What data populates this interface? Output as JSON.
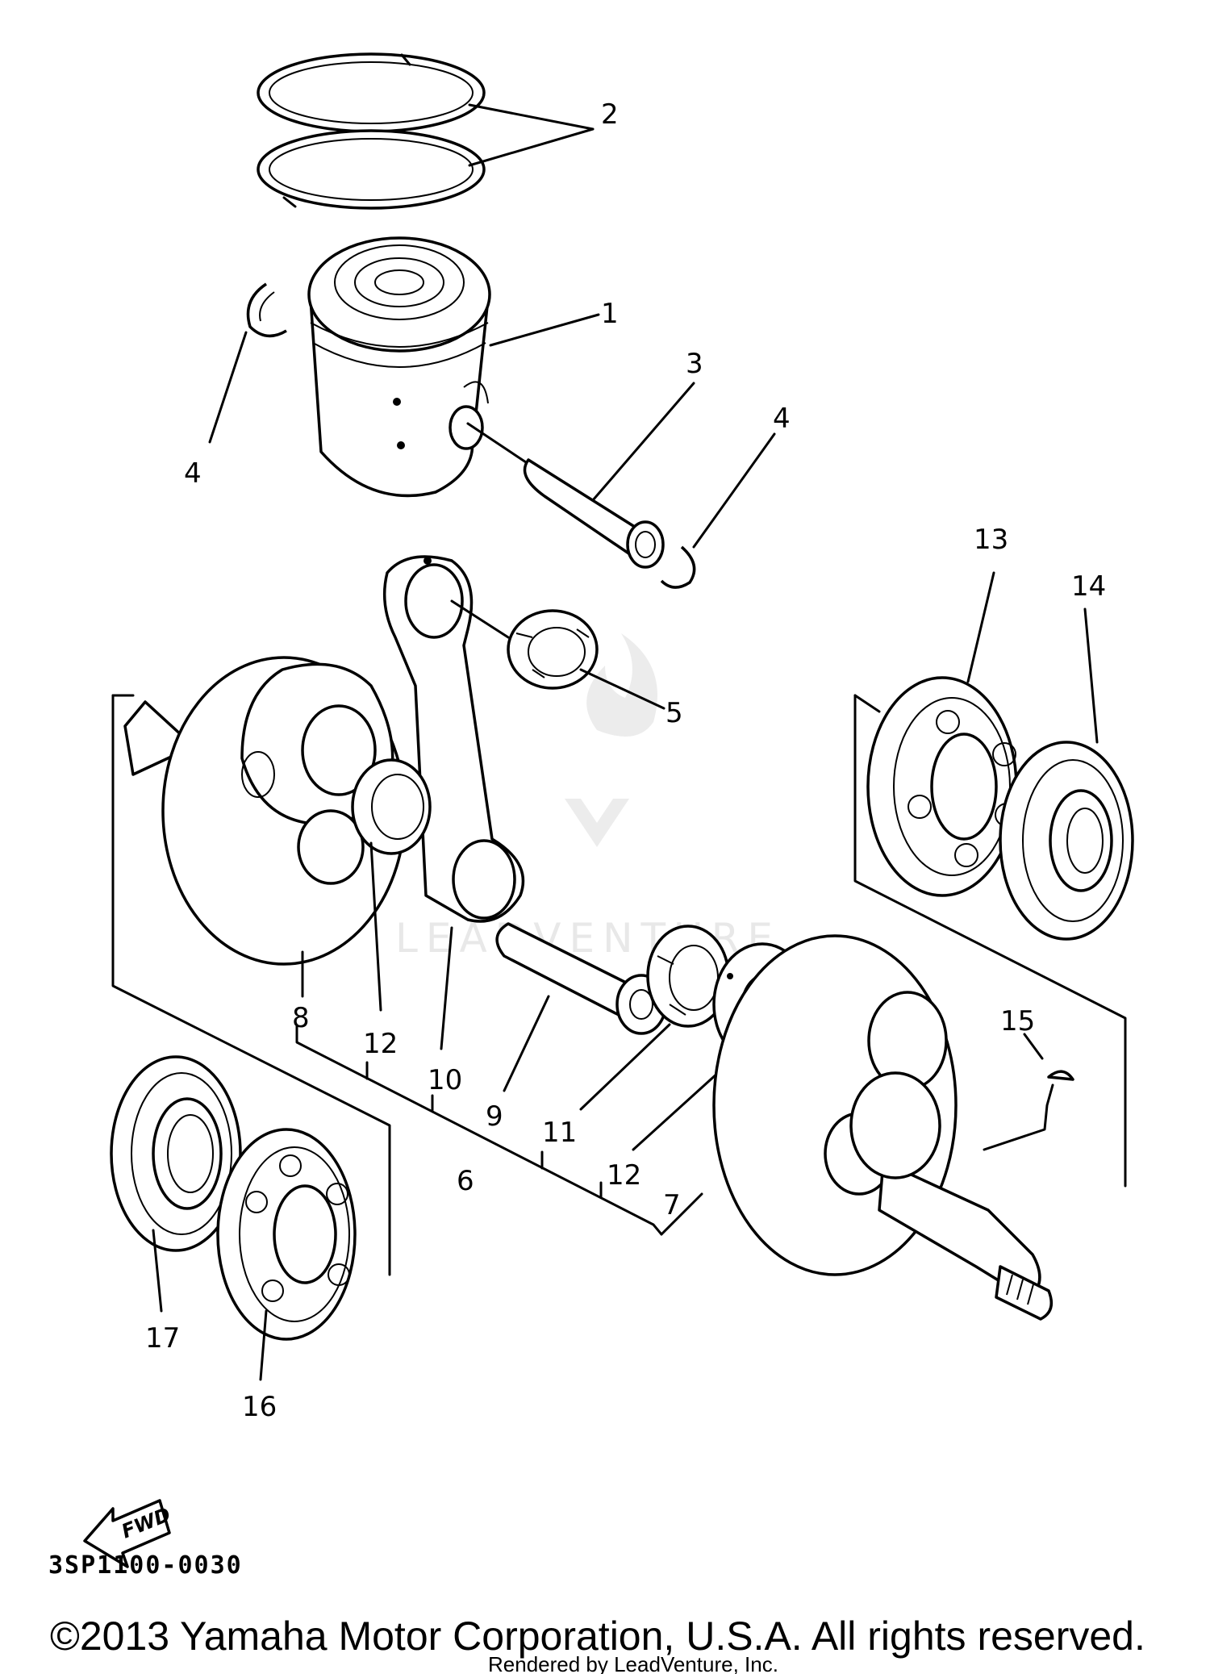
{
  "callouts": {
    "c1": "1",
    "c2": "2",
    "c3": "3",
    "c4a": "4",
    "c4b": "4",
    "c5": "5",
    "c6": "6",
    "c7": "7",
    "c8": "8",
    "c9": "9",
    "c10": "10",
    "c11": "11",
    "c12a": "12",
    "c12b": "12",
    "c13": "13",
    "c14": "14",
    "c15": "15",
    "c16": "16",
    "c17": "17"
  },
  "fwd_label": "FWD",
  "diagram_code": "3SP1100-0030",
  "copyright": "©2013 Yamaha Motor Corporation, U.S.A. All rights reserved.",
  "rendered_by": "Rendered by LeadVenture, Inc.",
  "watermark": "LEADVENTURE",
  "icons": [
    "fwd-arrow-icon",
    "leadventure-logo-watermark"
  ]
}
